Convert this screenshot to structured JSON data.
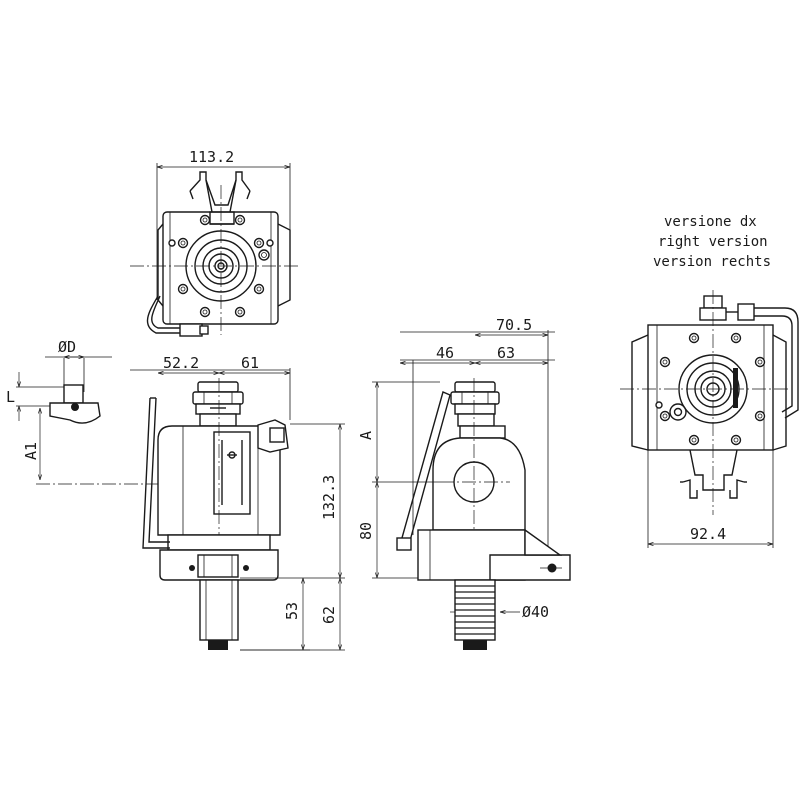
{
  "dimensions": {
    "top_width": "113.2",
    "diameter_d": "ØD",
    "label_l": "L",
    "label_a1": "A1",
    "front_left": "52.2",
    "front_right": "61",
    "height_132": "132.3",
    "height_53": "53",
    "height_62": "62",
    "side_70": "70.5",
    "side_46": "46",
    "side_63": "63",
    "label_a": "A",
    "height_80": "80",
    "diameter_40": "Ø40",
    "right_width": "92.4"
  },
  "version_labels": {
    "line1": "versione dx",
    "line2": "right version",
    "line3": "version rechts"
  }
}
